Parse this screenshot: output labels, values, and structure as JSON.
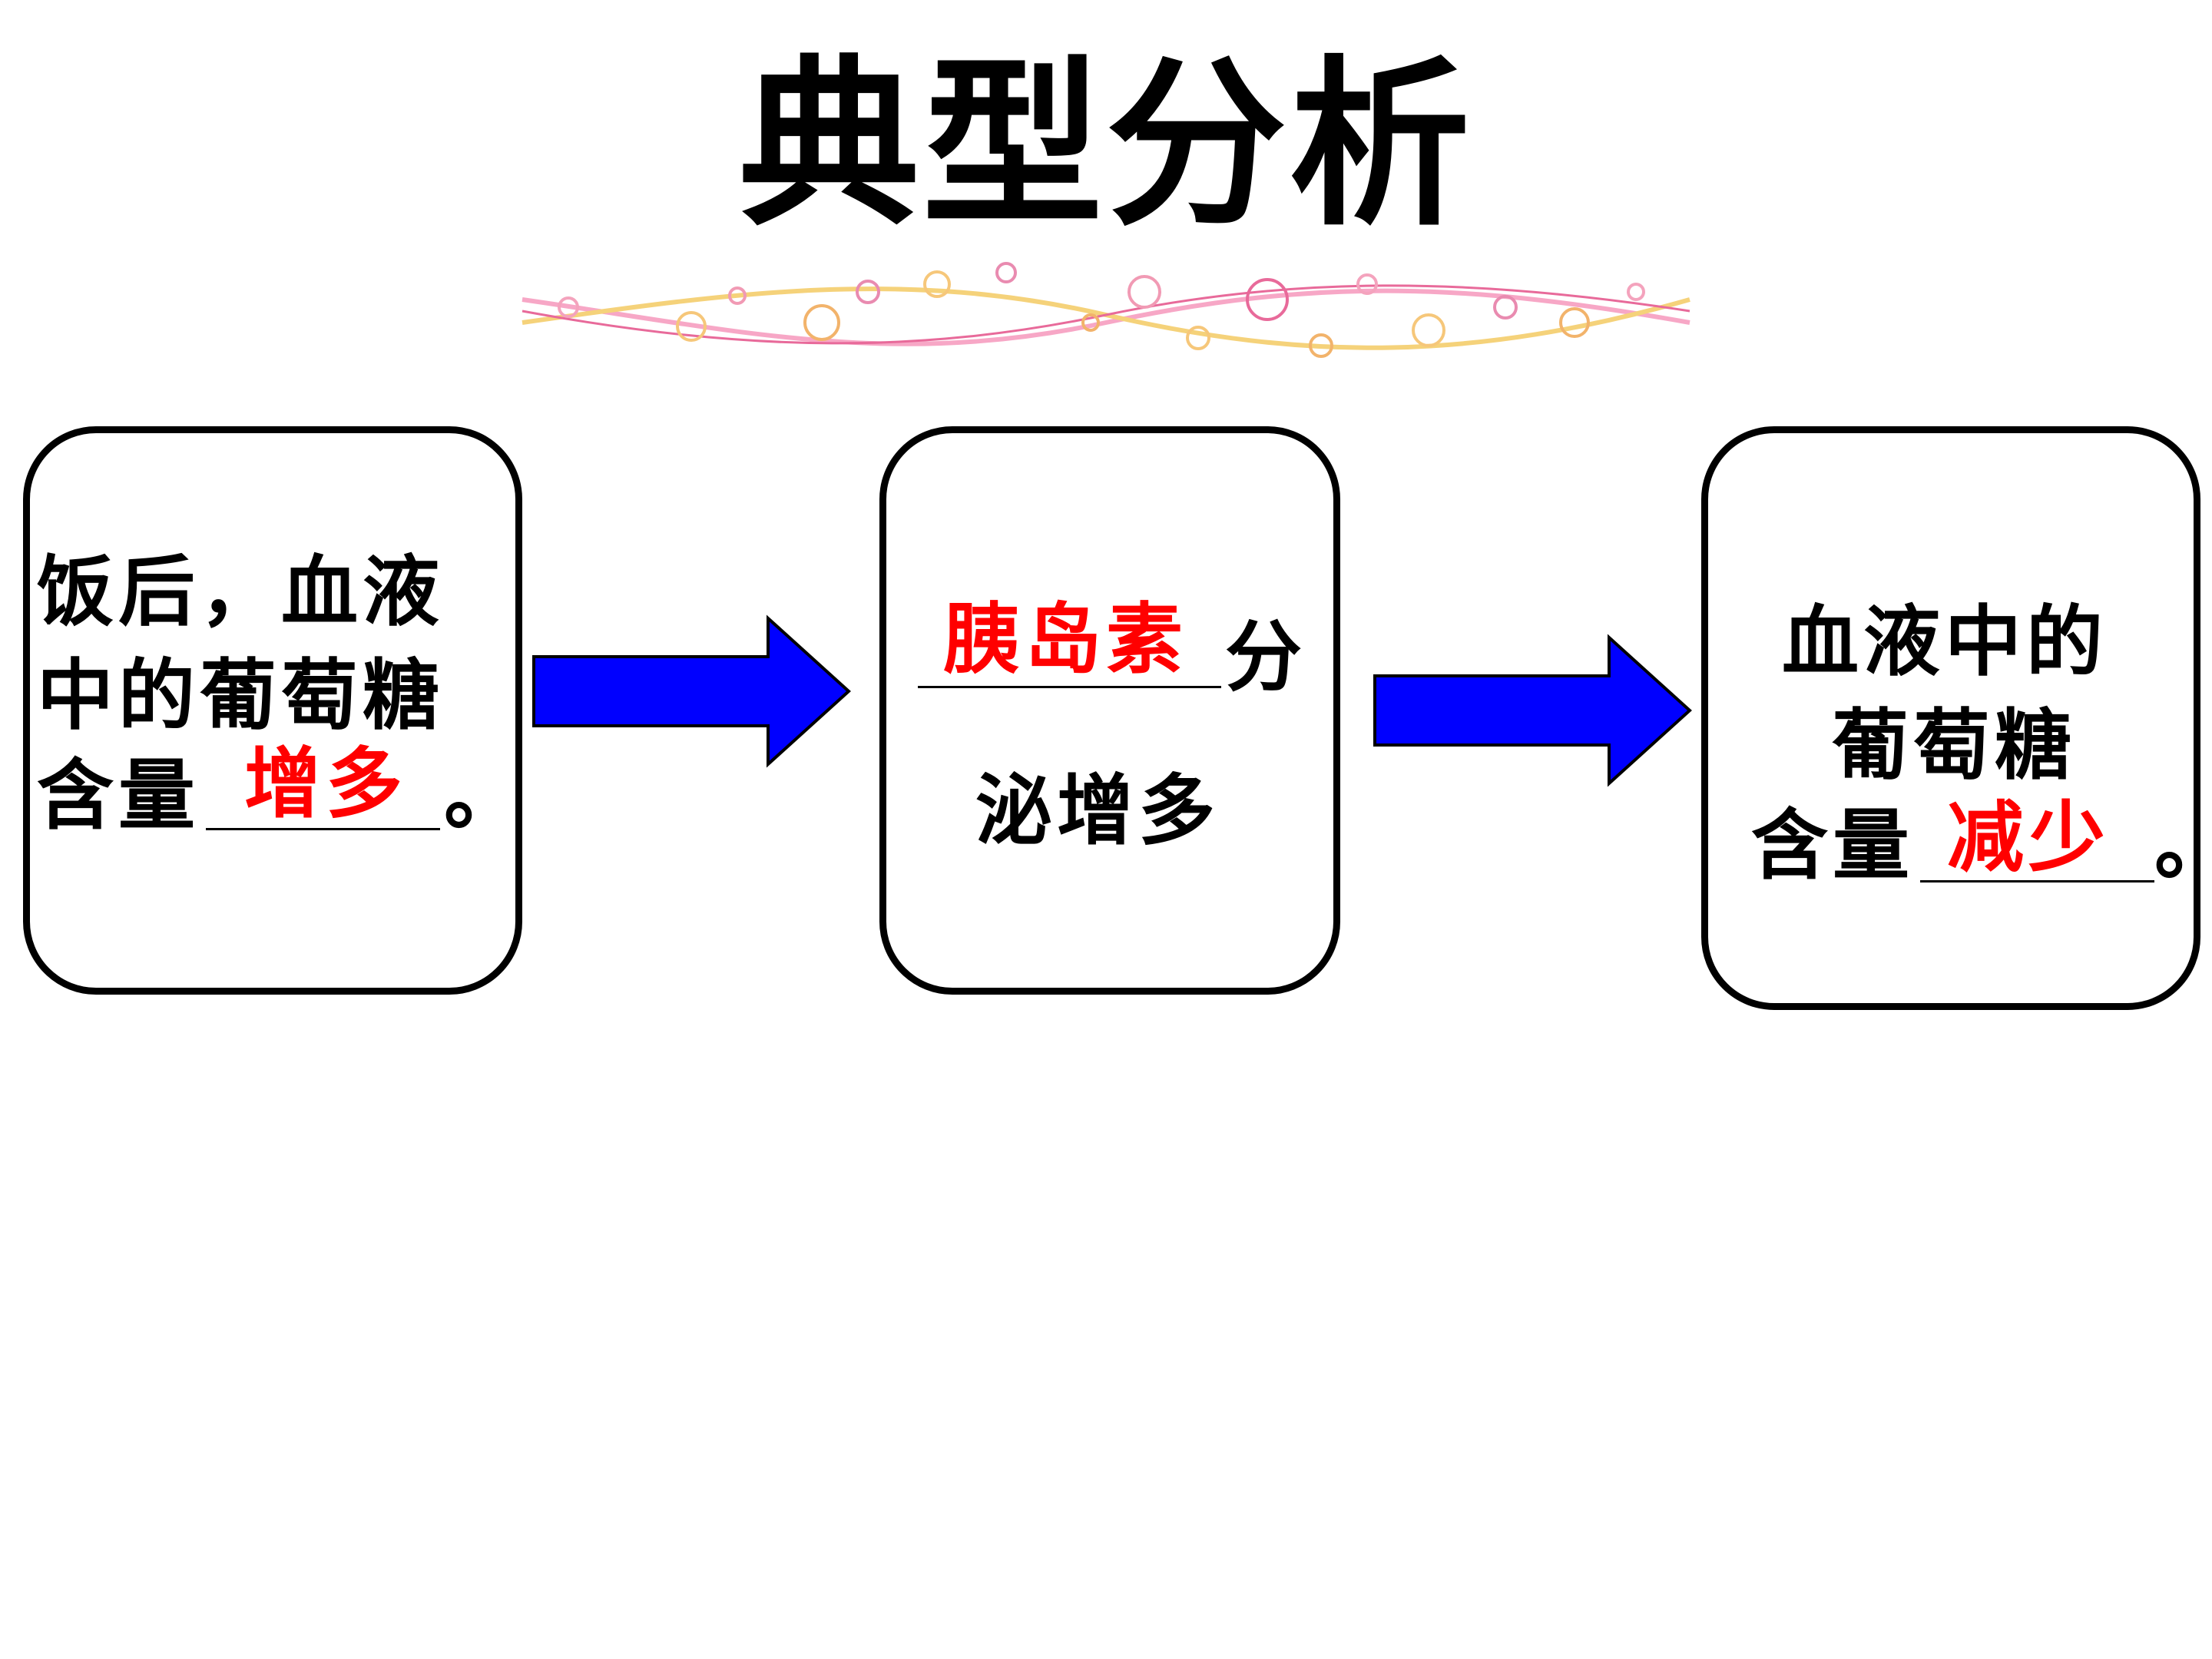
{
  "title": "典型分析",
  "box1": {
    "line1": "饭后，血液",
    "line2": "中的葡萄糖",
    "line3_prefix": "含量",
    "answer": "增多",
    "line3_suffix": "。"
  },
  "box2": {
    "answer": "胰岛素",
    "line1_suffix": "分",
    "line2": "泌增多"
  },
  "box3": {
    "line1": "血液中的",
    "line2": "葡萄糖",
    "line3_prefix": "含量",
    "answer": "减少",
    "line3_suffix": "。"
  },
  "colors": {
    "answer": "#ff0000",
    "arrow_fill": "#0000ff",
    "arrow_stroke": "#000000"
  },
  "icons": [
    "decorative-ribbon",
    "right-arrow"
  ]
}
